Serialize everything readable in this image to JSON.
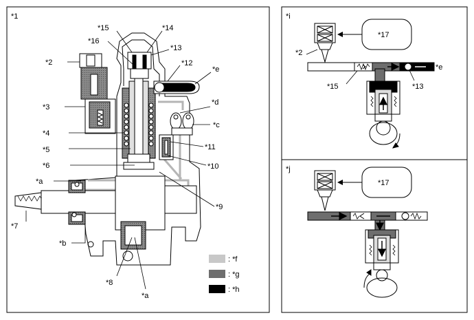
{
  "panel_main": {
    "tag": "*1",
    "labels": {
      "l2": "*2",
      "l3": "*3",
      "l4": "*4",
      "l5": "*5",
      "l6": "*6",
      "la1": "*a",
      "l7": "*7",
      "lb": "*b",
      "l8": "*8",
      "la2": "*a",
      "l9": "*9",
      "l10": "*10",
      "l11": "*11",
      "lc": "*c",
      "ld": "*d",
      "le": "*e",
      "l12": "*12",
      "l13": "*13",
      "l14": "*14",
      "l15": "*15",
      "l16": "*16"
    },
    "legend": [
      {
        "label": ": *f",
        "color": "#c8c8c8"
      },
      {
        "label": ": *g",
        "color": "#6e6e6e"
      },
      {
        "label": ": *h",
        "color": "#000000"
      }
    ]
  },
  "panel_i": {
    "tag": "*i",
    "ecu_label": "*17",
    "labels": {
      "l2": "*2",
      "l15": "*15",
      "l13": "*13",
      "le": "*e"
    }
  },
  "panel_j": {
    "tag": "*j",
    "ecu_label": "*17"
  }
}
